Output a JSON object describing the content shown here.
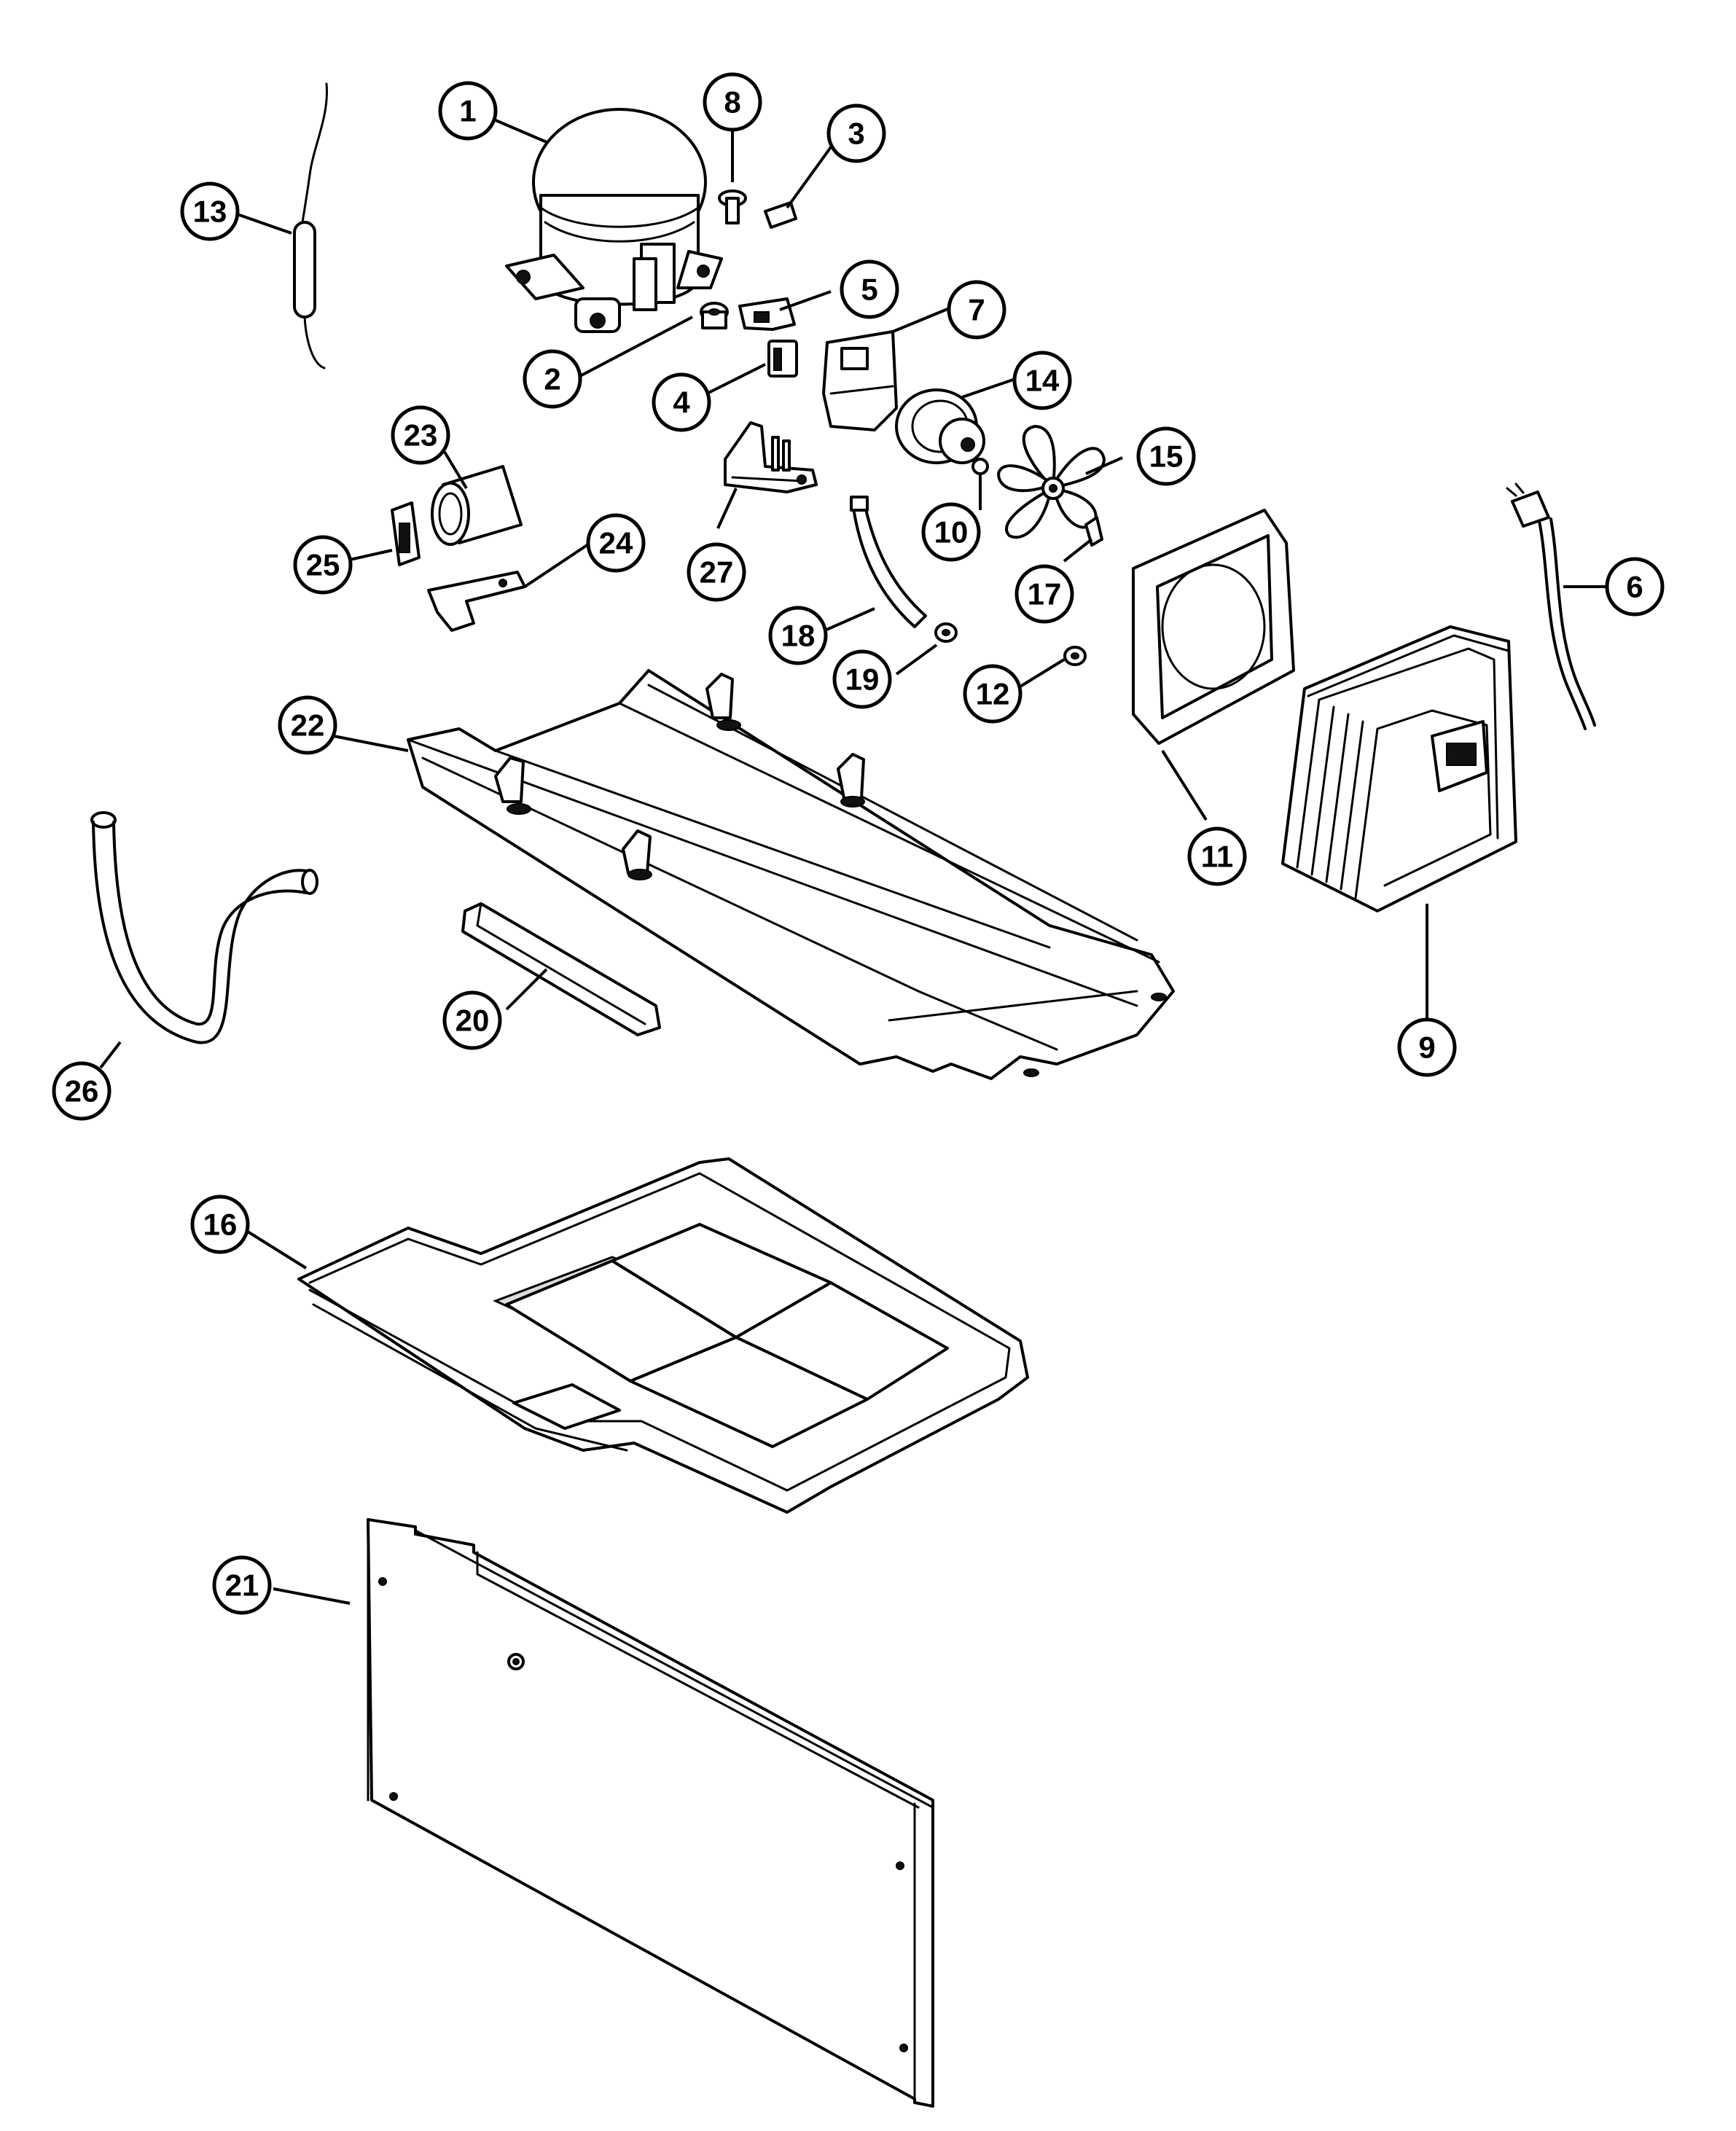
{
  "callouts": [
    {
      "id": "c1",
      "label": "1",
      "part": "compressor"
    },
    {
      "id": "c2",
      "label": "2",
      "part": "grommet"
    },
    {
      "id": "c3",
      "label": "3",
      "part": "clip"
    },
    {
      "id": "c4",
      "label": "4",
      "part": "relay"
    },
    {
      "id": "c5",
      "label": "5",
      "part": "bracket"
    },
    {
      "id": "c6",
      "label": "6",
      "part": "power-cord"
    },
    {
      "id": "c7",
      "label": "7",
      "part": "cover"
    },
    {
      "id": "c8",
      "label": "8",
      "part": "screw"
    },
    {
      "id": "c9",
      "label": "9",
      "part": "condenser"
    },
    {
      "id": "c10",
      "label": "10",
      "part": "nut"
    },
    {
      "id": "c11",
      "label": "11",
      "part": "fan-shroud"
    },
    {
      "id": "c12",
      "label": "12",
      "part": "grommet"
    },
    {
      "id": "c13",
      "label": "13",
      "part": "drier"
    },
    {
      "id": "c14",
      "label": "14",
      "part": "fan-motor"
    },
    {
      "id": "c15",
      "label": "15",
      "part": "fan-blade"
    },
    {
      "id": "c16",
      "label": "16",
      "part": "drain-pan"
    },
    {
      "id": "c17",
      "label": "17",
      "part": "clip"
    },
    {
      "id": "c18",
      "label": "18",
      "part": "motor-bracket"
    },
    {
      "id": "c19",
      "label": "19",
      "part": "grommet"
    },
    {
      "id": "c20",
      "label": "20",
      "part": "channel"
    },
    {
      "id": "c21",
      "label": "21",
      "part": "rear-access-panel"
    },
    {
      "id": "c22",
      "label": "22",
      "part": "base-plate"
    },
    {
      "id": "c23",
      "label": "23",
      "part": "capacitor"
    },
    {
      "id": "c24",
      "label": "24",
      "part": "capacitor-bracket"
    },
    {
      "id": "c25",
      "label": "25",
      "part": "capacitor-cover"
    },
    {
      "id": "c26",
      "label": "26",
      "part": "drain-tube"
    },
    {
      "id": "c27",
      "label": "27",
      "part": "bracket"
    }
  ]
}
